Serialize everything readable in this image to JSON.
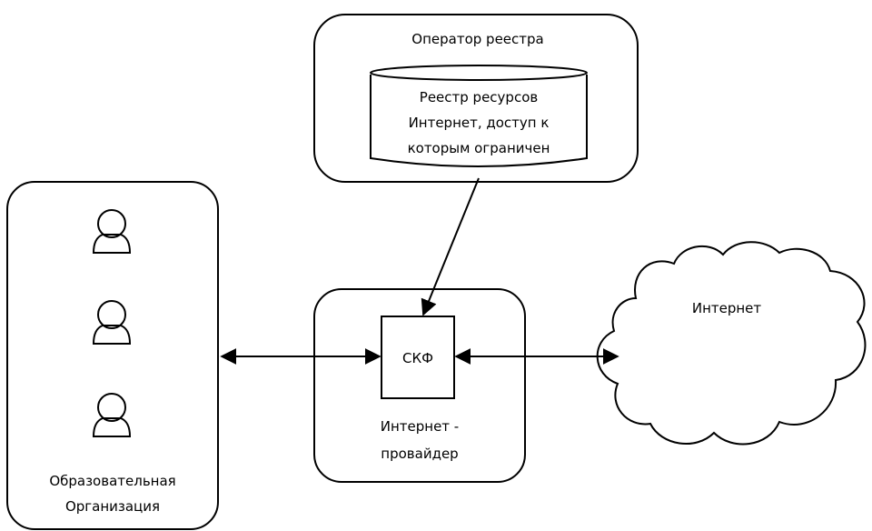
{
  "registry_operator": {
    "title": "Оператор реестра",
    "database_lines": [
      "Реестр ресурсов",
      "Интернет, доступ к",
      "которым ограничен"
    ]
  },
  "organization": {
    "label_lines": [
      "Образовательная",
      "Организация"
    ]
  },
  "isp": {
    "filter_label": "СКФ",
    "label_lines": [
      "Интернет -",
      "провайдер"
    ]
  },
  "internet": {
    "label": "Интернет"
  },
  "colors": {
    "stroke": "#000000",
    "background": "#ffffff"
  }
}
